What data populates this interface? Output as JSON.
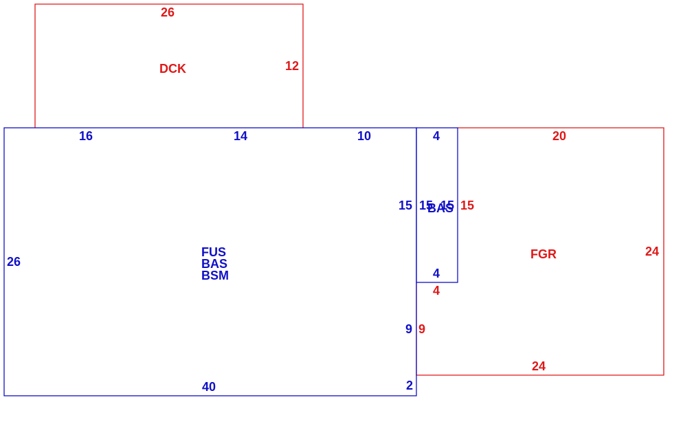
{
  "colors": {
    "red": "#e01818",
    "blue": "#1010c8"
  },
  "dck": {
    "name": "DCK",
    "top": "26",
    "right": "12"
  },
  "main": {
    "codes": [
      "FUS",
      "BAS",
      "BSM"
    ],
    "top_a": "16",
    "top_b": "14",
    "top_c": "10",
    "left": "26",
    "bottom": "40",
    "right_upper": "15",
    "right_lower": "9",
    "corner": "2"
  },
  "bas_small": {
    "name": "BAS",
    "top": "4",
    "bottom": "4",
    "left": "15",
    "right": "15"
  },
  "fgr": {
    "name": "FGR",
    "top": "20",
    "right": "24",
    "bottom": "24",
    "left_upper": "15",
    "left_mid": "4",
    "left_lower": "9"
  }
}
